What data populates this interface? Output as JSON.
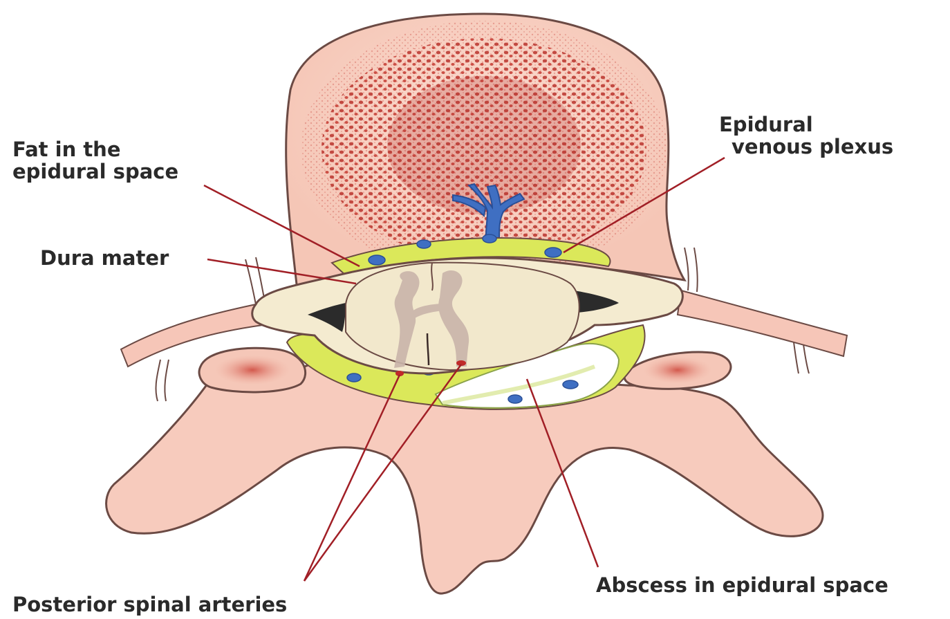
{
  "labels": {
    "fat_line1": "Fat in the",
    "fat_line2": "epidural space",
    "venous_line1": "Epidural",
    "venous_line2": "venous plexus",
    "dura": "Dura mater",
    "posterior_arteries": "Posterior spinal arteries",
    "abscess": "Abscess in epidural space"
  },
  "colors": {
    "bone": "#f7cbbd",
    "bone_outline": "#6b4a44",
    "cancellous": "#c9473f",
    "vein": "#3f6fc2",
    "fat": "#dbe85a",
    "cord": "#f4ebd0",
    "grey_matter": "#c9b4aa",
    "abscess": "#ffffff",
    "leader": "#a11f26"
  }
}
